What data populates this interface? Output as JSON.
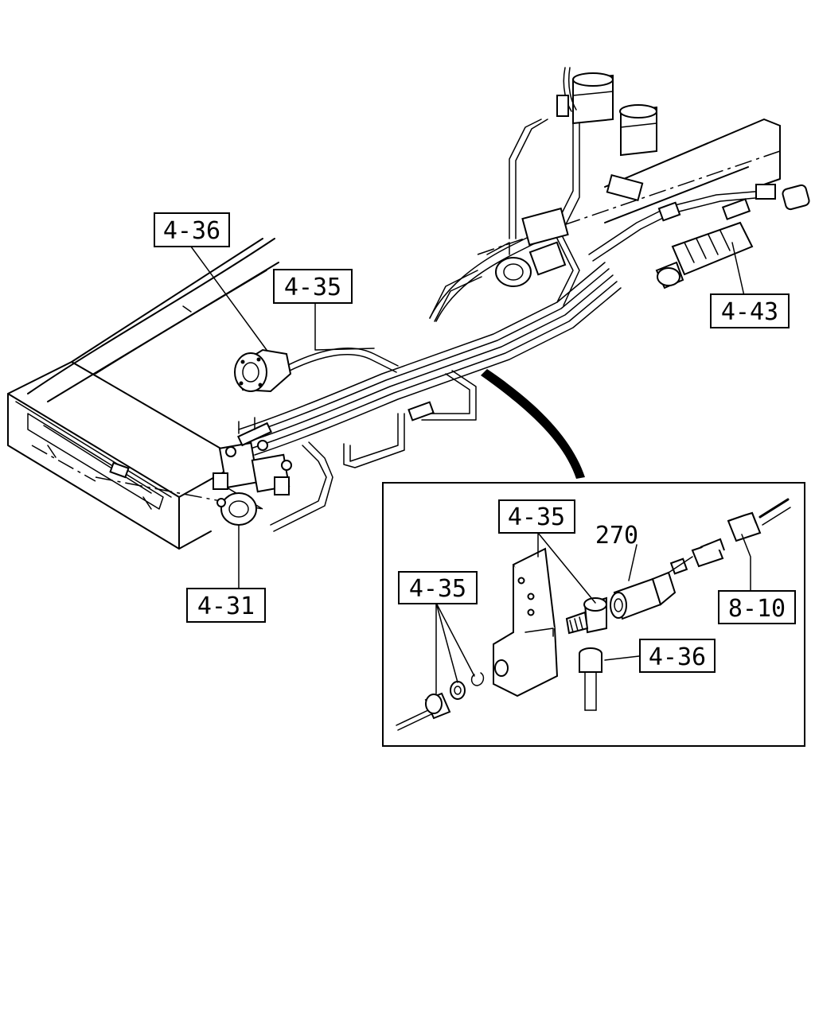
{
  "callouts": {
    "c_4_36_top": "4-36",
    "c_4_35_top": "4-35",
    "c_4_43": "4-43",
    "c_4_31": "4-31",
    "c_4_35_inset_a": "4-35",
    "c_270": "270",
    "c_4_35_inset_b": "4-35",
    "c_8_10": "8-10",
    "c_4_36_inset": "4-36"
  }
}
